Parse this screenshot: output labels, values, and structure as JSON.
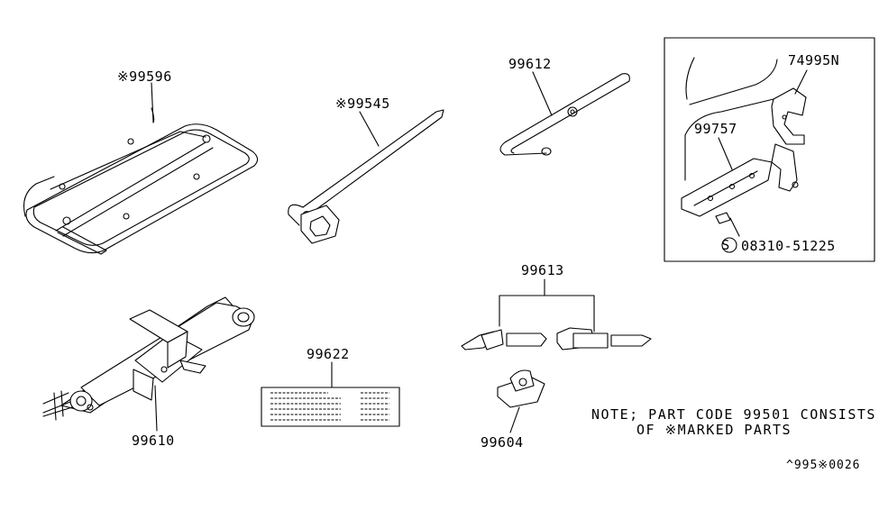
{
  "parts": {
    "tool_bag": "※99596",
    "wheel_wrench": "※99545",
    "jack_handle": "99612",
    "bracket": "74995N",
    "tool_holder": "99757",
    "bolt": "08310-51225",
    "jack": "99610",
    "label_plate": "99622",
    "adapter_set": "99613",
    "clip": "99604"
  },
  "bolt_prefix": "S",
  "note": {
    "line1": "NOTE; PART CODE 99501 CONSISTS",
    "line2": "OF ※MARKED PARTS"
  },
  "ref_code": "^995※0026"
}
